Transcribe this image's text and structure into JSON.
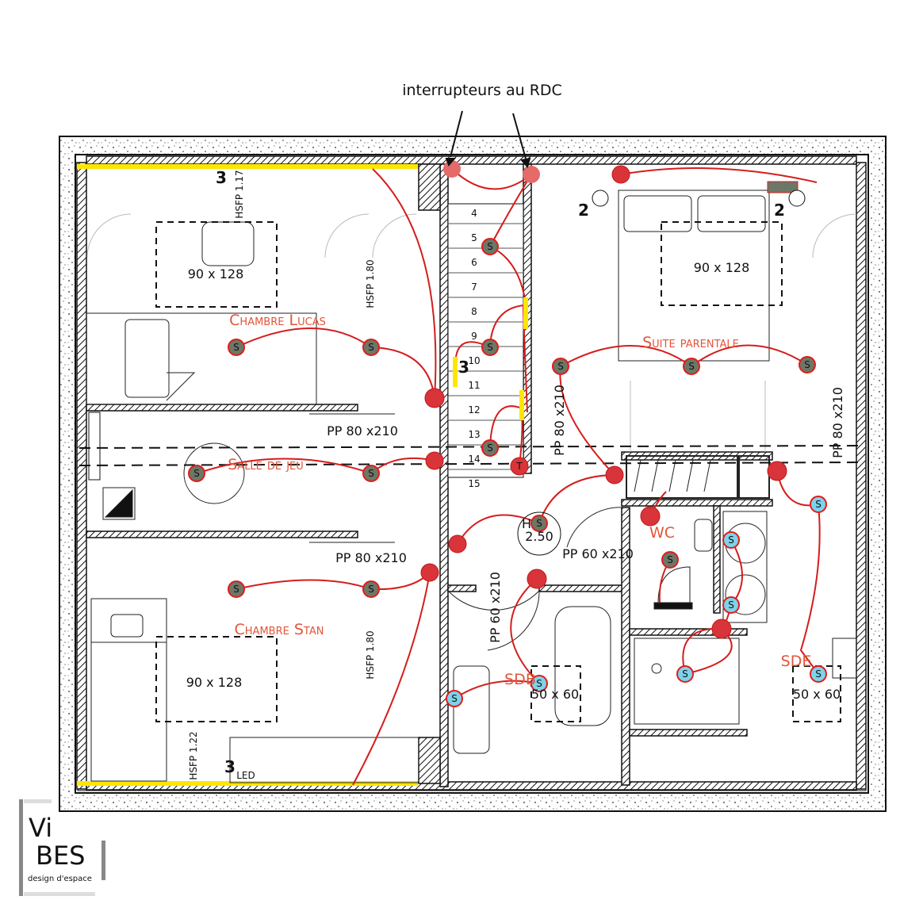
{
  "annotation": "interrupteurs au RDC",
  "rooms": {
    "chambre_lucas": "Chambre Lucas",
    "salle_de_jeu": "Salle de jeu",
    "chambre_stan": "Chambre Stan",
    "suite_parentale": "Suite parentale",
    "wc": "WC",
    "sdb": "SDB",
    "sde": "SDE"
  },
  "dimensions": {
    "desk_lucas": "90 x 128",
    "desk_stan": "90 x 128",
    "desk_suite": "90 x 128",
    "sdb_zone": "50 x 60",
    "sde_zone": "50 x 60",
    "door_lucas": "PP 80 x210",
    "door_stan": "PP 80 x210",
    "door_suite": "PP 80 x210",
    "door_right": "PP 80 x210",
    "door_wc": "PP 60 x210",
    "door_sdb": "PP 60 x210",
    "hsfp_lucas_top": "HSFP 1.17",
    "hsfp_lucas": "HSFP 1.80",
    "hsfp_stan": "HSFP 1.80",
    "hsfp_stan_bottom": "HSFP 1.22",
    "ceiling_h_label": "H",
    "ceiling_height": "2.50"
  },
  "markers": {
    "n3_top": "3",
    "n3_stairs": "3",
    "n3_bottom": "3",
    "n2_left": "2",
    "n2_right": "2",
    "led": "LED",
    "socket": "S",
    "thermostat": "T"
  },
  "stair_steps": [
    "4",
    "5",
    "6",
    "7",
    "8",
    "9",
    "10",
    "11",
    "12",
    "13",
    "14",
    "15"
  ],
  "logo": {
    "line1": "Vi",
    "line2": "BES",
    "tagline": "design d'espace"
  },
  "colors": {
    "wire": "#d51d1d",
    "switch": "#d8343a",
    "socket_dry": "#6d7767",
    "socket_wet": "#7dd3ea",
    "led_strip": "#ffe600",
    "room_label": "#e2553a"
  }
}
